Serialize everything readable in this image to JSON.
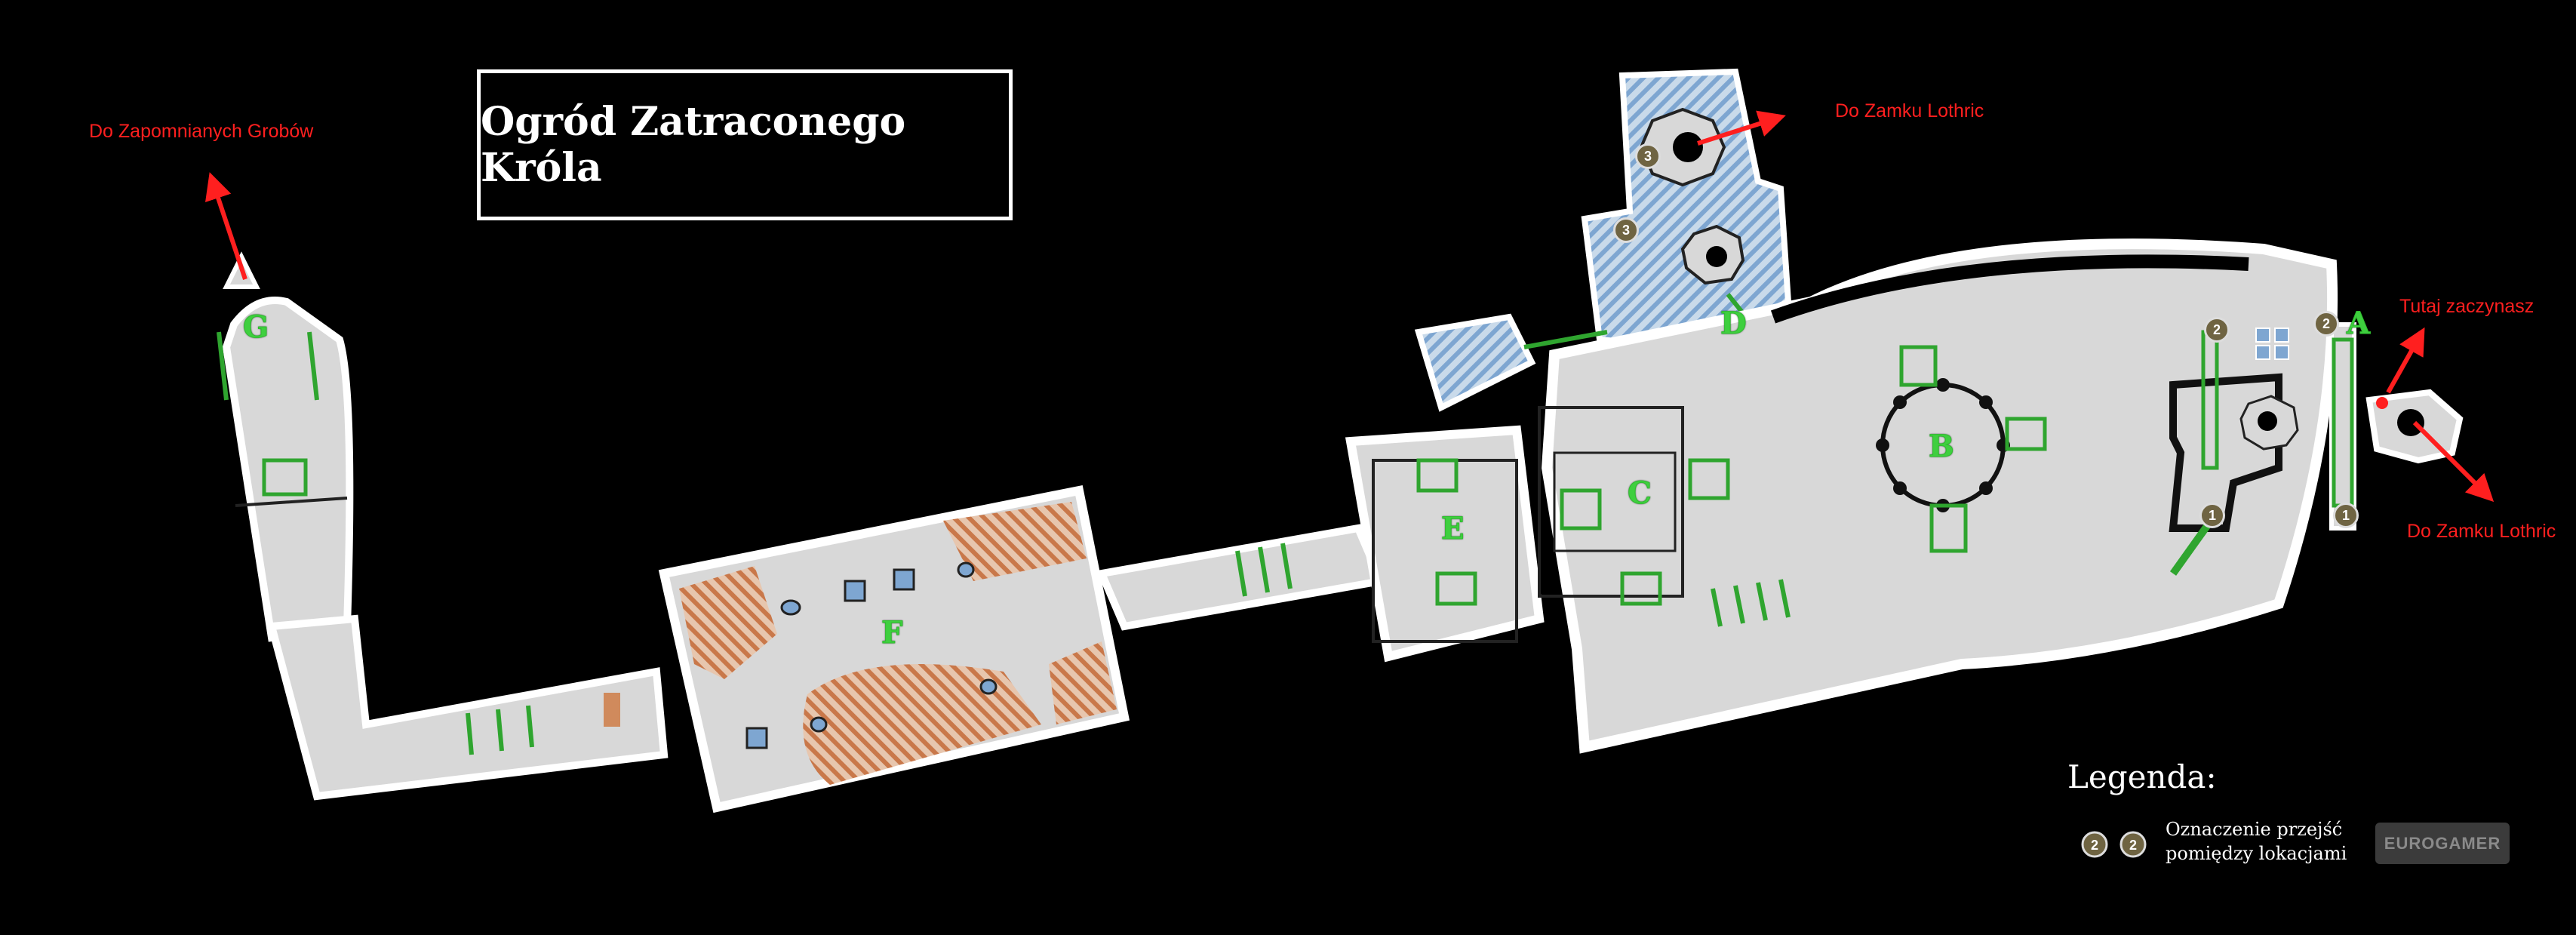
{
  "title": "Ogród Zatraconego Króla",
  "exits": {
    "graves": "Do Zapomnianych Grobów",
    "castle_top": "Do Zamku Lothric",
    "castle_right": "Do Zamku Lothric",
    "start": "Tutaj zaczynasz"
  },
  "zones": {
    "a": "A",
    "b": "B",
    "c": "C",
    "d": "D",
    "e": "E",
    "f": "F",
    "g": "G"
  },
  "markers": {
    "m1": "3",
    "m2": "3",
    "m3": "2",
    "m4": "2",
    "m5": "1",
    "m6": "1"
  },
  "legend": {
    "title": "Legenda:",
    "badge_a": "2",
    "badge_b": "2",
    "line1": "Oznaczenie przejść",
    "line2": "pomiędzy lokacjami"
  },
  "logo": "EUROGAMER",
  "colors": {
    "floor": "#d8d8d8",
    "wall": "#ffffff",
    "stairs": "#2fa52f",
    "exit_arrow": "#ff1f1f",
    "hatch_blue": "#8fb3d9",
    "hatch_orange": "#d08a5c",
    "start_dot": "#ff1f1f"
  }
}
